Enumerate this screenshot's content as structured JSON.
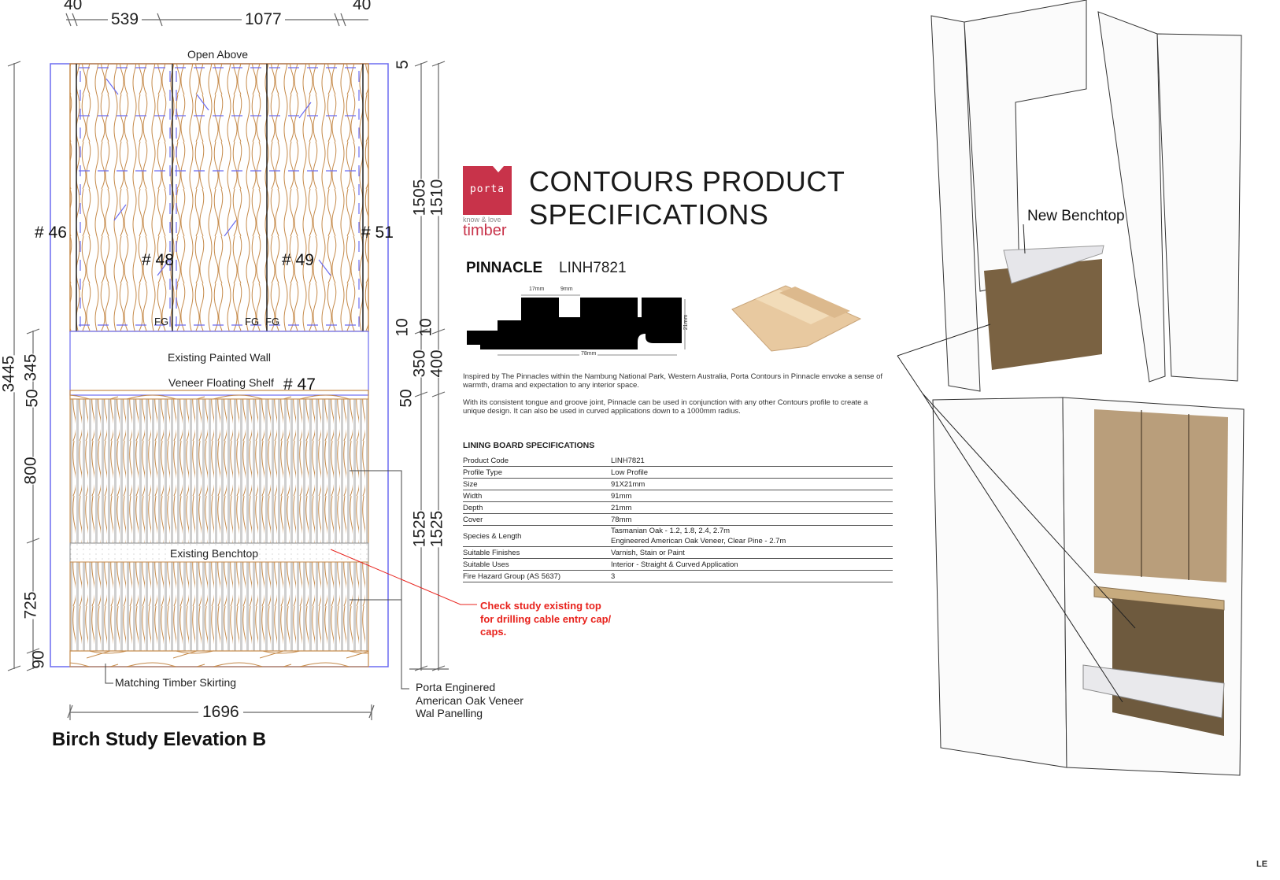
{
  "elevation": {
    "title": "Birch Study Elevation B",
    "top_dims": [
      "40",
      "539",
      "1077",
      "40"
    ],
    "bottom_dim": "1696",
    "left_dims": {
      "overall": "3445",
      "upper": "345",
      "shelf": "50",
      "middle": "800",
      "lower": "725",
      "skirting": "90"
    },
    "right_dims_inner": [
      "5",
      "1505",
      "10",
      "350",
      "50",
      "1525"
    ],
    "right_dims_outer": [
      "1510",
      "10",
      "400",
      "1525"
    ],
    "labels": {
      "open_above": "Open Above",
      "existing_painted_wall": "Existing Painted Wall",
      "veneer_floating_shelf": "Veneer Floating Shelf",
      "existing_benchtop": "Existing Benchtop",
      "matching_timber_skirting": "Matching Timber Skirting"
    },
    "tags": [
      "# 46",
      "# 48",
      "# 49",
      "# 51",
      "# 47"
    ],
    "fg_marks": [
      "FG",
      "FG",
      "FG"
    ],
    "red_note": [
      "Check study existing top",
      "for drilling cable entry cap/",
      "caps."
    ],
    "panel_note": [
      "Porta Enginered",
      "American Oak Veneer",
      "Wal Panelling"
    ],
    "colors": {
      "timber_line": "#c58a4a",
      "outline_blue": "#6b6bf0",
      "red_note": "#e8231d"
    }
  },
  "spec_sheet": {
    "logo": {
      "brand": "porta",
      "tagline": "know & love",
      "word": "timber",
      "color": "#c8334a"
    },
    "title_line1": "CONTOURS PRODUCT",
    "title_line2": "SPECIFICATIONS",
    "product_name": "PINNACLE",
    "product_code": "LINH7821",
    "profile_dims": {
      "gap1": "17mm",
      "gap2": "9mm",
      "height": "21mm",
      "cover": "78mm"
    },
    "paragraph1": "Inspired by The Pinnacles within the Nambung National Park, Western Australia, Porta Contours in Pinnacle envoke a sense of warmth, drama and expectation to any interior space.",
    "paragraph2": "With its consistent tongue and groove joint, Pinnacle can be used in conjunction with any other Contours profile to create a unique design. It can also be used in curved applications down to a 1000mm radius.",
    "table_heading": "LINING BOARD SPECIFICATIONS",
    "rows": [
      {
        "key": "Product Code",
        "value": "LINH7821"
      },
      {
        "key": "Profile Type",
        "value": "Low Profile"
      },
      {
        "key": "Size",
        "value": "91X21mm"
      },
      {
        "key": "Width",
        "value": "91mm"
      },
      {
        "key": "Depth",
        "value": "21mm"
      },
      {
        "key": "Cover",
        "value": "78mm"
      },
      {
        "key": "Species & Length",
        "value": "Tasmanian Oak - 1.2, 1.8, 2.4, 2.7m",
        "value2": "Engineered American Oak Veneer, Clear Pine - 2.7m"
      },
      {
        "key": "Suitable Finishes",
        "value": "Varnish, Stain or Paint"
      },
      {
        "key": "Suitable Uses",
        "value": "Interior - Straight & Curved Application"
      },
      {
        "key": "Fire Hazard Group (AS 5637)",
        "value": "3"
      }
    ]
  },
  "render_3d": {
    "label_new_benchtop": "New Benchtop",
    "corner_text": "LE"
  }
}
